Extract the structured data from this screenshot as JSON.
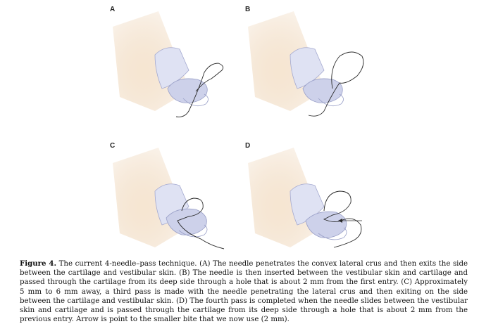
{
  "panels": [
    {
      "id": "a",
      "letter": "A"
    },
    {
      "id": "b",
      "letter": "B"
    },
    {
      "id": "c",
      "letter": "C"
    },
    {
      "id": "d",
      "letter": "D"
    }
  ],
  "caption": {
    "label": "Figure 4.",
    "text": " The current 4-needle–pass technique. (A) The needle penetrates the convex lateral crus and then exits the side between the cartilage and vestibular skin. (B) The needle is then inserted between the vestibular skin and cartilage and passed through the cartilage from its deep side through a hole that is about 2 mm from the first entry. (C) Approximately 5 mm to 6 mm away, a third pass is made with the needle penetrating the lateral crus and then exiting on the side between the cartilage and vestibular skin. (D) The fourth pass is completed when the needle slides between the vestibular skin and cartilage and is passed through the cartilage from its deep side through a hole that is about 2 mm from the previous entry. Arrow is point to the smaller bite that we now use (2 mm)."
  },
  "colors": {
    "skin": "#f3dfc6",
    "skin_edge": "#e8c9a6",
    "cartilage": "#c9cde8",
    "cartilage_light": "#e3e6f5",
    "cartilage_edge": "#9aa0c8",
    "suture": "#2a2a2a"
  }
}
